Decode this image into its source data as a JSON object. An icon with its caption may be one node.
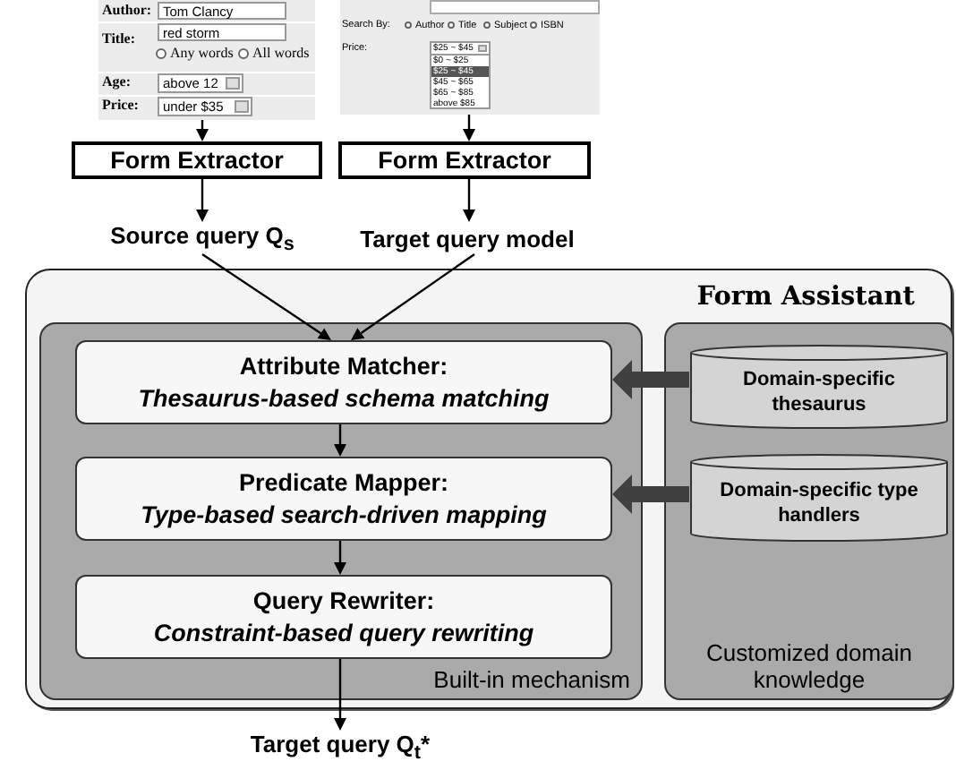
{
  "diagram": {
    "nodes": [
      {
        "text": [
          "Author:",
          "Tom Clancy",
          "Title:",
          "red storm",
          "Any words",
          "All words",
          "Age:",
          "above 12",
          "Price:",
          "under $35"
        ]
      },
      {
        "text": [
          "Search By:",
          "Author",
          "Title",
          "Subject",
          "ISBN",
          "Price:",
          "$25 ~ $45",
          "$0 ~ $25",
          "$25 ~ $45",
          "$45 ~ $65",
          "$65 ~ $85",
          "above $85"
        ]
      },
      {
        "text": [
          "Form Extractor"
        ]
      },
      {
        "text": [
          "Form Extractor"
        ]
      },
      {
        "text": [
          "Source query Q$_{s}$"
        ]
      },
      {
        "text": [
          "Target query model"
        ]
      },
      {
        "text": [
          "Form Assistant"
        ]
      },
      {
        "text": [
          "Built-in mechanism"
        ],
        "in": 6
      },
      {
        "text": [
          "Attribute Matcher:",
          "Thesaurus-based schema matching"
        ],
        "in": 7
      },
      {
        "text": [
          "Predicate Mapper:",
          "Type-based search-driven mapping"
        ],
        "in": 7
      },
      {
        "text": [
          "Query Rewriter:",
          "Constraint-based query rewriting"
        ],
        "in": 7
      },
      {
        "text": [
          "Customized domain knowledge"
        ],
        "in": 6
      },
      {
        "text": [
          "Domain-specific thesaurus"
        ],
        "in": 11
      },
      {
        "text": [
          "Domain-specific type handlers"
        ],
        "in": 11
      },
      {
        "text": [
          "Target query Q$_{t}$*"
        ]
      }
    ],
    "edges": [
      {
        "from": 0,
        "to": 2,
        "arrow": "to"
      },
      {
        "from": 1,
        "to": 3,
        "arrow": "to"
      },
      {
        "from": 2,
        "to": 4,
        "arrow": "to"
      },
      {
        "from": 3,
        "to": 5,
        "arrow": "to"
      },
      {
        "from": 4,
        "to": 8,
        "arrow": "to"
      },
      {
        "from": 5,
        "to": 8,
        "arrow": "to"
      },
      {
        "from": 8,
        "to": 9,
        "arrow": "to"
      },
      {
        "from": 9,
        "to": 10,
        "arrow": "to"
      },
      {
        "from": 10,
        "to": 14,
        "arrow": "to"
      },
      {
        "from": 12,
        "to": 8,
        "arrow": "to",
        "style": "thick",
        "color": "#404040"
      },
      {
        "from": 13,
        "to": 9,
        "arrow": "to",
        "style": "thick",
        "color": "#404040"
      }
    ]
  }
}
